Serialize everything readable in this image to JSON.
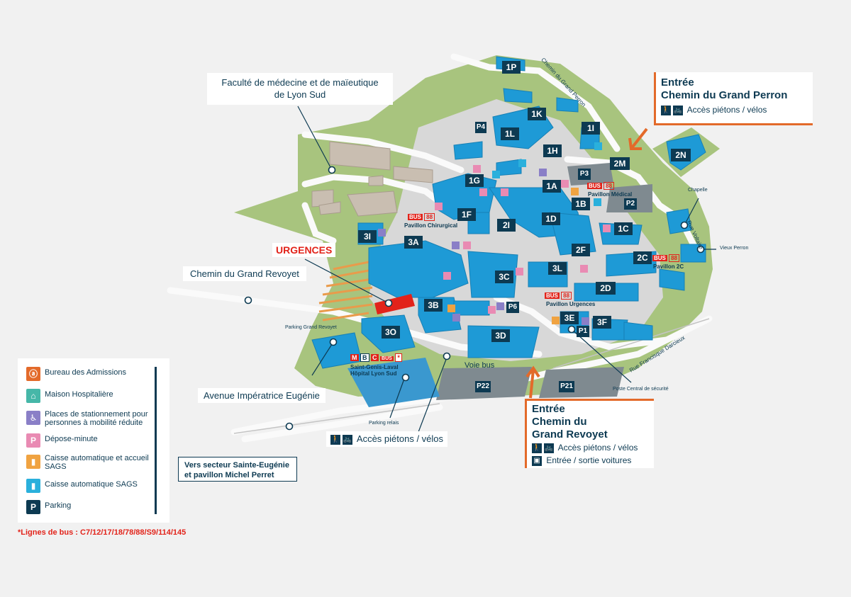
{
  "buildings": {
    "b1P": "1P",
    "b1K": "1K",
    "b1L": "1L",
    "b1I": "1I",
    "b1H": "1H",
    "b2M": "2M",
    "b2N": "2N",
    "b1G": "1G",
    "b1A": "1A",
    "b1B": "1B",
    "b1F": "1F",
    "b2I": "2I",
    "b1D": "1D",
    "b1C": "1C",
    "b3I": "3I",
    "b3A": "3A",
    "b2F": "2F",
    "b2C": "2C",
    "b3L": "3L",
    "b3C": "3C",
    "b2D": "2D",
    "b3B": "3B",
    "b3E": "3E",
    "b3F": "3F",
    "b3O": "3O",
    "b3D": "3D"
  },
  "parkings": {
    "p1": "P1",
    "p2": "P2",
    "p3": "P3",
    "p4": "P4",
    "p6": "P6",
    "p21": "P21",
    "p22": "P22"
  },
  "labels": {
    "fac_line1": "Faculté de médecine et de maïeutique",
    "fac_line2": "de Lyon Sud",
    "urgences": "URGENCES",
    "chemin_revoyet": "Chemin du Grand Revoyet",
    "avenue": "Avenue Impératrice Eugénie",
    "parking_revoyet": "Parking Grand Revoyet",
    "parking_relais": "Parking relais",
    "voie_bus": "Voie bus",
    "pavillon_chir": "Pavillon Chirurgical",
    "pavillon_med": "Pavillon Médical",
    "pavillon_2c": "Pavillon 2C",
    "pavillon_urg": "Pavillon Urgences",
    "chapelle": "Chapelle",
    "vieux_perron": "Vieux Perron",
    "rue_voltaire": "Rue Voltaire",
    "chemin_perron_road": "Chemin du Grand Perron",
    "rue_darcieux": "Rue Francisque Darcieux",
    "poste": "Poste Central de sécurité",
    "sgl_line1": "Saint-Genis-Laval",
    "sgl_line2": "Hôpital Lyon Sud",
    "bus_line": "88",
    "bus_tag": "BUS",
    "tag_m": "M",
    "tag_b": "B",
    "tag_c": "C",
    "tag_star": "*"
  },
  "entries": {
    "perron_title1": "Entrée",
    "perron_title2": "Chemin du Grand Perron",
    "perron_sub": "Accès piétons / vélos",
    "revoyet_title1": "Entrée",
    "revoyet_title2": "Chemin du",
    "revoyet_title3": "Grand Revoyet",
    "revoyet_sub1": "Accès piétons / vélos",
    "revoyet_sub2": "Entrée / sortie voitures",
    "acces_pietons": "Accès piétons / vélos"
  },
  "vers": {
    "line1": "Vers secteur Sainte-Eugénie",
    "line2": "et pavillon Michel Perret"
  },
  "legend": [
    {
      "label": "Bureau des Admissions",
      "icon": "admissions-icon",
      "color": "#e36a2a"
    },
    {
      "label": "Maison Hospitalière",
      "icon": "house-icon",
      "color": "#46b7a8"
    },
    {
      "label": "Places de stationnement pour personnes à mobilité réduite",
      "icon": "wheelchair-icon",
      "color": "#8a7fc7"
    },
    {
      "label": "Dépose-minute",
      "icon": "drop-off-icon",
      "color": "#e98bb3"
    },
    {
      "label": "Caisse automatique et accueil SAGS",
      "icon": "cashier-icon",
      "color": "#f0a341"
    },
    {
      "label": "Caisse automatique SAGS",
      "icon": "cashier-icon",
      "color": "#2ab0dc"
    },
    {
      "label": "Parking",
      "icon": "parking-icon",
      "color": "#0d3a52"
    }
  ],
  "legend_symbols": {
    "admissions": "ⓐ",
    "house": "⌂",
    "wheel": "♿",
    "drop": "P",
    "cash": "▮",
    "park": "P"
  },
  "footnote": "*Lignes de bus : C7/12/17/18/78/88/S9/114/145",
  "colors": {
    "building": "#1e9ad6",
    "building_dark": "#0d3a52",
    "grass": "#a8c47e",
    "road": "#d7d7d7",
    "emergency": "#e2231a",
    "accent": "#e36a2a",
    "school": "#c9beb1"
  }
}
